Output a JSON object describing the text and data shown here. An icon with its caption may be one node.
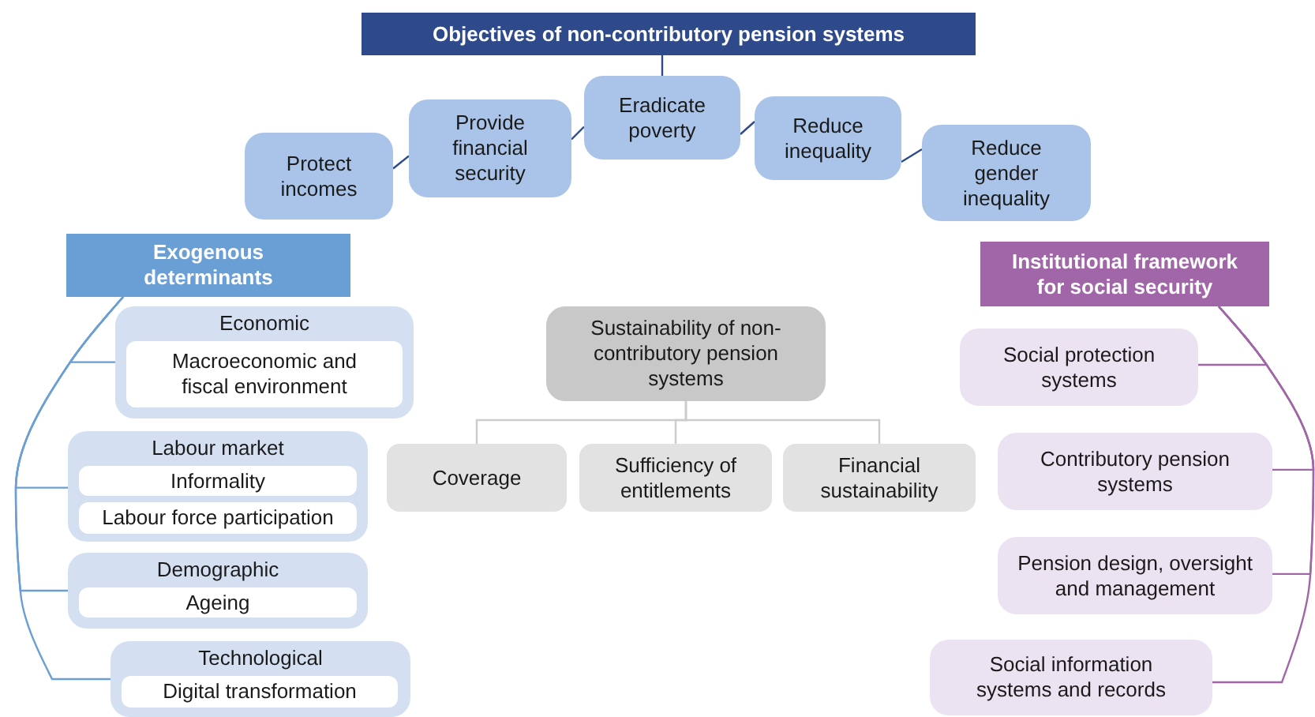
{
  "diagram": {
    "nodes": [
      {
        "text": [
          "Objectives of non-contributory pension systems"
        ]
      },
      {
        "text": [
          "Protect incomes"
        ]
      },
      {
        "text": [
          "Provide financial security"
        ]
      },
      {
        "text": [
          "Eradicate poverty"
        ]
      },
      {
        "text": [
          "Reduce inequality"
        ]
      },
      {
        "text": [
          "Reduce gender inequality"
        ]
      },
      {
        "text": [
          "Exogenous determinants"
        ]
      },
      {
        "text": [
          "Economic"
        ]
      },
      {
        "text": [
          "Macroeconomic and fiscal environment"
        ],
        "in": 7
      },
      {
        "text": [
          "Labour market"
        ]
      },
      {
        "text": [
          "Informality"
        ],
        "in": 9
      },
      {
        "text": [
          "Labour force participation"
        ],
        "in": 9
      },
      {
        "text": [
          "Demographic"
        ]
      },
      {
        "text": [
          "Ageing"
        ],
        "in": 12
      },
      {
        "text": [
          "Technological"
        ]
      },
      {
        "text": [
          "Digital transformation"
        ],
        "in": 14
      },
      {
        "text": [
          "Sustainability of non-contributory pension systems"
        ]
      },
      {
        "text": [
          "Coverage"
        ]
      },
      {
        "text": [
          "Sufficiency of entitlements"
        ]
      },
      {
        "text": [
          "Financial sustainability"
        ]
      },
      {
        "text": [
          "Institutional framework for social security"
        ]
      },
      {
        "text": [
          "Social protection systems"
        ]
      },
      {
        "text": [
          "Contributory pension systems"
        ]
      },
      {
        "text": [
          "Pension design, oversight and management"
        ]
      },
      {
        "text": [
          "Social information systems and records"
        ]
      }
    ],
    "edges": [
      {
        "from": 0,
        "to": 3,
        "arrow": "none"
      },
      {
        "from": 1,
        "to": 2,
        "arrow": "none"
      },
      {
        "from": 2,
        "to": 3,
        "arrow": "none"
      },
      {
        "from": 3,
        "to": 4,
        "arrow": "none"
      },
      {
        "from": 4,
        "to": 5,
        "arrow": "none"
      },
      {
        "from": 6,
        "to": 7,
        "arrow": "none",
        "color": "#6a9fd6"
      },
      {
        "from": 6,
        "to": 9,
        "arrow": "none",
        "color": "#6a9fd6"
      },
      {
        "from": 6,
        "to": 12,
        "arrow": "none",
        "color": "#6a9fd6"
      },
      {
        "from": 6,
        "to": 14,
        "arrow": "none",
        "color": "#6a9fd6"
      },
      {
        "from": 16,
        "to": 17,
        "arrow": "none",
        "color": "#cccccc"
      },
      {
        "from": 16,
        "to": 18,
        "arrow": "none",
        "color": "#cccccc"
      },
      {
        "from": 16,
        "to": 19,
        "arrow": "none",
        "color": "#cccccc"
      },
      {
        "from": 20,
        "to": 21,
        "arrow": "none",
        "color": "#a066a8"
      },
      {
        "from": 20,
        "to": 22,
        "arrow": "none",
        "color": "#a066a8"
      },
      {
        "from": 20,
        "to": 23,
        "arrow": "none",
        "color": "#a066a8"
      },
      {
        "from": 20,
        "to": 24,
        "arrow": "none",
        "color": "#a066a8"
      }
    ]
  }
}
